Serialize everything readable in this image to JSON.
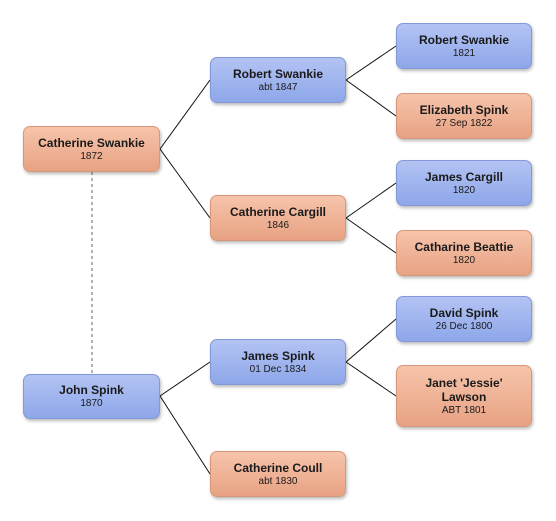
{
  "people": {
    "catherine_swankie": {
      "name": "Catherine Swankie",
      "date": "1872"
    },
    "john_spink": {
      "name": "John Spink",
      "date": "1870"
    },
    "robert_swankie_1847": {
      "name": "Robert Swankie",
      "date": "abt 1847"
    },
    "catherine_cargill": {
      "name": "Catherine Cargill",
      "date": "1846"
    },
    "james_spink": {
      "name": "James Spink",
      "date": "01 Dec 1834"
    },
    "catherine_coull": {
      "name": "Catherine Coull",
      "date": "abt 1830"
    },
    "robert_swankie_1821": {
      "name": "Robert Swankie",
      "date": "1821"
    },
    "elizabeth_spink": {
      "name": "Elizabeth Spink",
      "date": "27 Sep 1822"
    },
    "james_cargill": {
      "name": "James Cargill",
      "date": "1820"
    },
    "catharine_beattie": {
      "name": "Catharine Beattie",
      "date": "1820"
    },
    "david_spink": {
      "name": "David Spink",
      "date": "26 Dec 1800"
    },
    "janet_lawson": {
      "name": "Janet 'Jessie' Lawson",
      "date": "ABT 1801"
    }
  },
  "colors": {
    "male": "#9fb4ee",
    "female": "#efb396",
    "connector": "#111111",
    "spouse_connector": "#666666"
  }
}
